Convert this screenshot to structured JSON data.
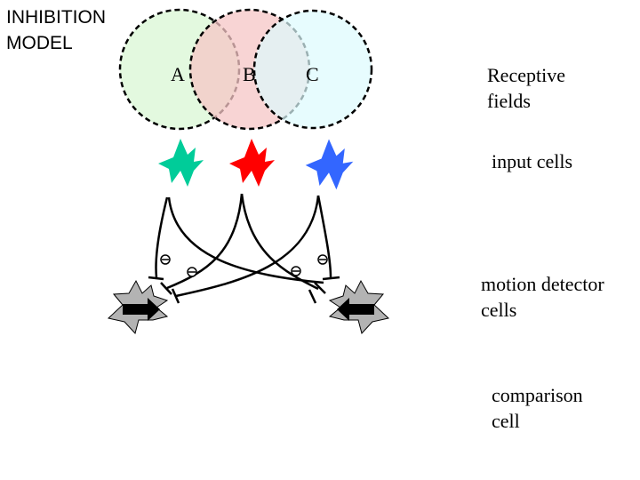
{
  "title": {
    "line1": "INHIBITION",
    "line2": "MODEL"
  },
  "receptive_fields": {
    "labels": [
      "A",
      "B",
      "C"
    ],
    "colors": {
      "A": "#e0f8dc",
      "B": "#f5c6c6",
      "C": "#ddfbfd"
    }
  },
  "input_cells": {
    "colors": [
      "#00cc99",
      "#ff0000",
      "#3366ff"
    ]
  },
  "motion_detectors": {
    "color": "#b3b3b3",
    "arrow_color": "#000000",
    "directions": [
      "right",
      "left"
    ]
  },
  "inhibitory_symbol": "minus-circle",
  "labels": {
    "receptive_fields": {
      "line1": "Receptive",
      "line2": "fields"
    },
    "input_cells": {
      "line1": "input cells"
    },
    "motion_detector_cells": {
      "line1": "motion detector",
      "line2": "cells"
    },
    "comparison_cell": {
      "line1": "comparison",
      "line2": "cell"
    }
  }
}
